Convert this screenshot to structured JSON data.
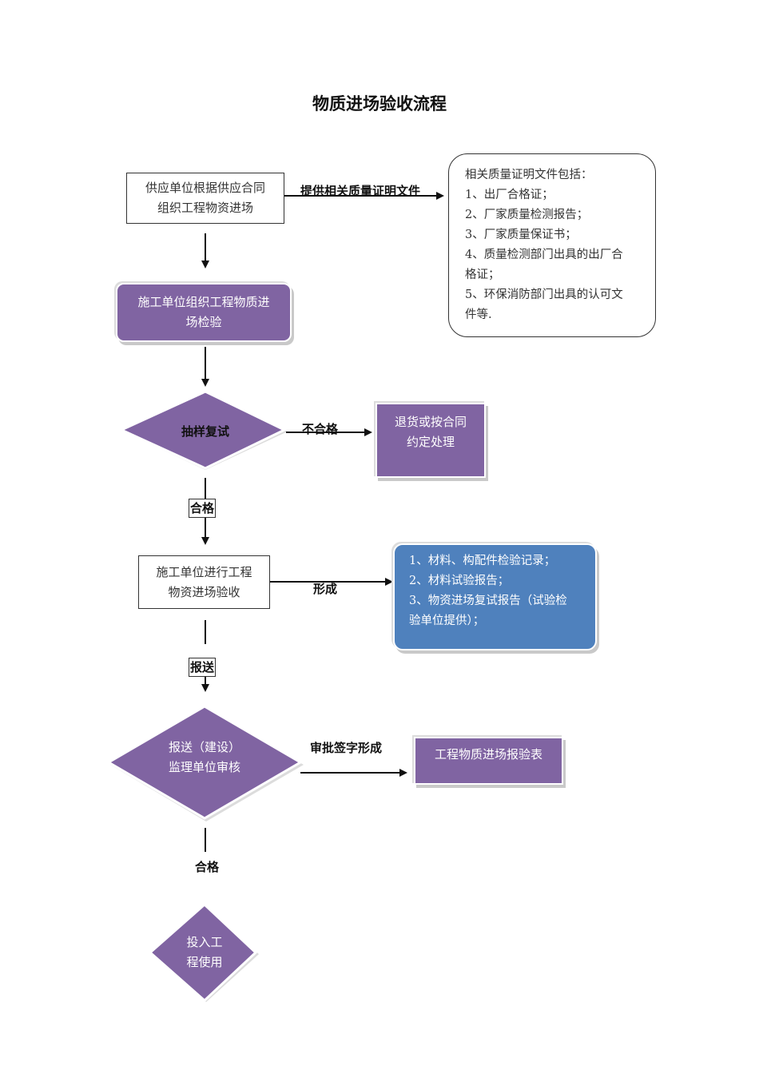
{
  "title": "物质进场验收流程",
  "nodes": {
    "supplier": [
      "供应单位根据供应合同",
      "组织工程物资进场"
    ],
    "org_inspect": [
      "施工单位组织工程物质进",
      "场检验"
    ],
    "sampling": "抽样复试",
    "return": [
      "退货或按合同",
      "约定处理"
    ],
    "accept": [
      "施工单位进行工程",
      "物资进场验收"
    ],
    "supervise": [
      "报送（建设）",
      "监理单位审核"
    ],
    "report_form": "工程物质进场报验表",
    "use": [
      "投入工",
      "程使用"
    ]
  },
  "notes": {
    "certificates": [
      "相关质量证明文件包括：",
      "1、出厂合格证；",
      "2、厂家质量检测报告；",
      "3、厂家质量保证书；",
      "4、质量检测部门出具的出厂合",
      "格证；",
      "5、环保消防部门出具的认可文",
      "件等."
    ],
    "records": [
      "1、材料、构配件检验记录；",
      "2、材料试验报告；",
      "3、物资进场复试报告（试验检",
      "验单位提供）；"
    ]
  },
  "edge_labels": {
    "provide_docs": "提供相关质量证明文件",
    "unqualified": "不合格",
    "qualified_1": "合格",
    "form": "形成",
    "submit": "报送",
    "approve_sign": "审批签字形成",
    "qualified_2": "合格"
  },
  "colors": {
    "purple": "#8064a2",
    "blue": "#4f81bd"
  }
}
